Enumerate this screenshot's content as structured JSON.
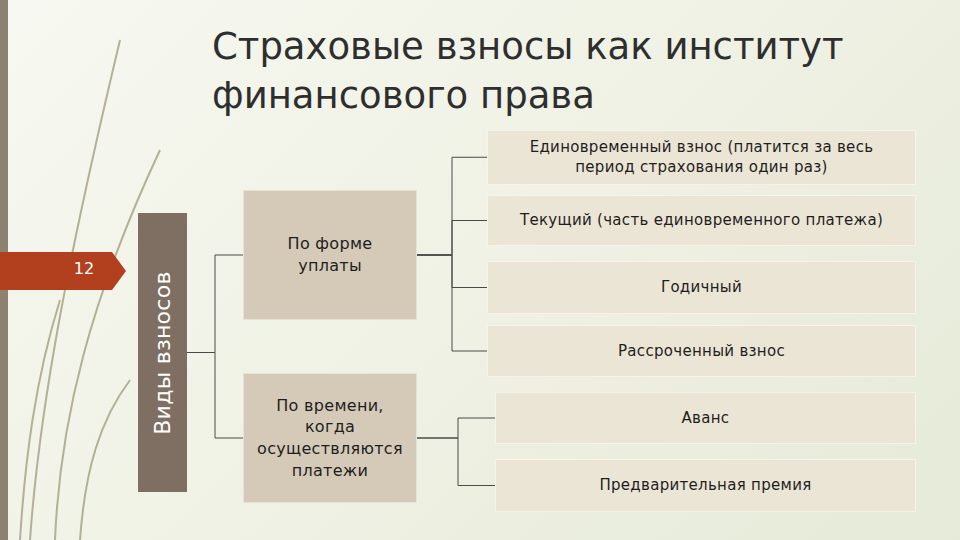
{
  "diagram": {
    "title": "Страховые взносы как институт финансового права",
    "nodes": [
      {
        "text": [
          "Виды взносов"
        ]
      },
      {
        "text": [
          "По форме уплаты"
        ]
      },
      {
        "text": [
          "По времени, когда осуществляются платежи"
        ]
      },
      {
        "text": [
          "Единовременный взнос (платится за весь период страхования один раз)"
        ]
      },
      {
        "text": [
          "Текущий (часть единовременного платежа)"
        ]
      },
      {
        "text": [
          "Годичный"
        ]
      },
      {
        "text": [
          "Рассроченный взнос"
        ]
      },
      {
        "text": [
          "Аванс"
        ]
      },
      {
        "text": [
          "Предварительная премия"
        ]
      }
    ],
    "edges": [
      {
        "from": 0,
        "to": 1,
        "arrow": "none"
      },
      {
        "from": 0,
        "to": 2,
        "arrow": "none"
      },
      {
        "from": 1,
        "to": 3,
        "arrow": "none"
      },
      {
        "from": 1,
        "to": 4,
        "arrow": "none"
      },
      {
        "from": 1,
        "to": 5,
        "arrow": "none"
      },
      {
        "from": 1,
        "to": 6,
        "arrow": "none"
      },
      {
        "from": 2,
        "to": 7,
        "arrow": "none"
      },
      {
        "from": 2,
        "to": 8,
        "arrow": "none"
      }
    ],
    "labels": [
      "12"
    ]
  }
}
